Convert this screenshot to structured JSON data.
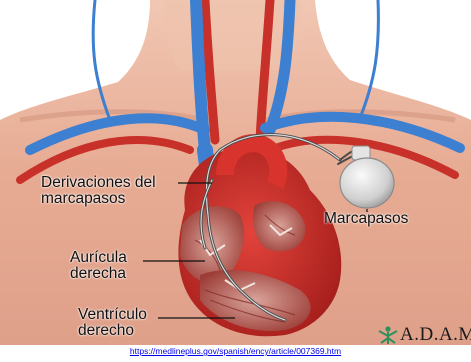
{
  "labels": {
    "leads_line1": "Derivaciones del",
    "leads_line2": "marcapasos",
    "pacemaker": "Marcapasos",
    "atrium_line1": "Aurícula",
    "atrium_line2": "derecha",
    "ventricle_line1": "Ventrículo",
    "ventricle_line2": "derecho"
  },
  "logo": {
    "text": "A.D.A.M."
  },
  "source": {
    "url": "https://medlineplus.gov/spanish/ency/article/007369.htm"
  }
}
